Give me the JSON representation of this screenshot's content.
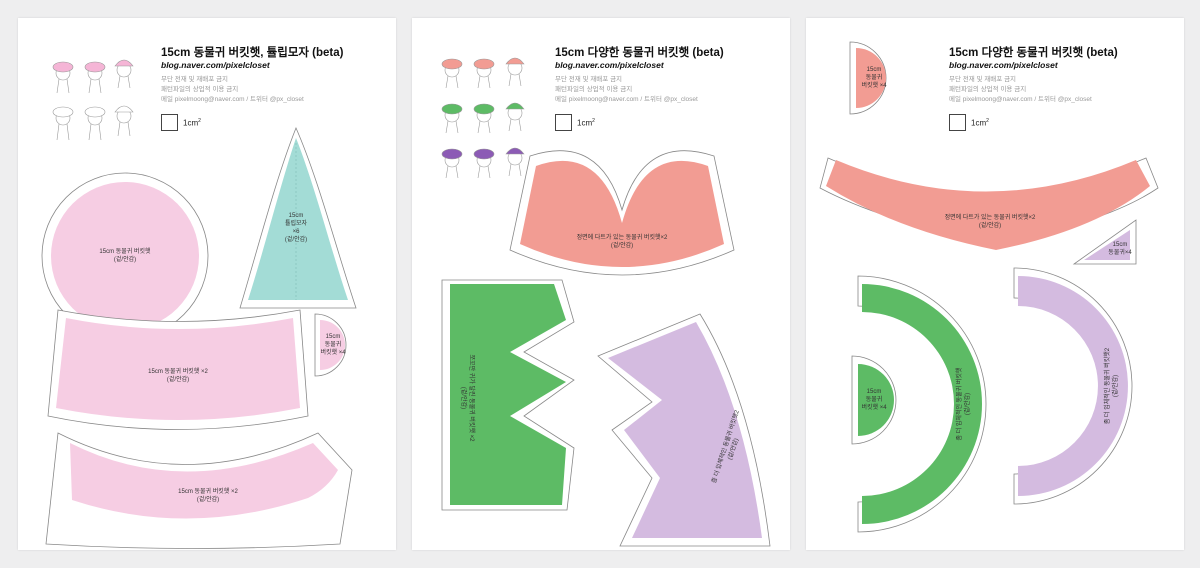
{
  "colors": {
    "pink": "#f6cde3",
    "teal": "#a3dcd6",
    "salmon": "#f29c93",
    "green": "#5dbb65",
    "lavender": "#d4bbe0",
    "purple": "#8c5bb5"
  },
  "sheets": [
    {
      "title": "15cm 동물귀 버킷햇, 튤립모자 (beta)",
      "blog": "blog.naver.com/pixelcloset",
      "notes": [
        "무단 전재 및 재배포 금지",
        "패턴파일의 상업적 이용 금지",
        "메일 pixelmoong@naver.com / 트위터 @px_closet"
      ],
      "scale_label": "1cm",
      "scale_sup": "2",
      "pieces": {
        "circle": [
          "15cm 동물귀 버킷햇",
          "(겉/안감)"
        ],
        "tulip": [
          "15cm",
          "튤립모자",
          "×6",
          "(겉/안감)"
        ],
        "ear": [
          "15cm",
          "동물귀",
          "버킷햇 ×4"
        ],
        "band": [
          "15cm 동물귀 버킷햇 ×2",
          "(겉/안감)"
        ],
        "brim": [
          "15cm 동물귀 버킷햇 ×2",
          "(겉/안감)"
        ]
      }
    },
    {
      "title": "15cm 다양한 동물귀 버킷햇 (beta)",
      "blog": "blog.naver.com/pixelcloset",
      "notes": [
        "무단 전재 및 재배포 금지",
        "패턴파일의 상업적 이용 금지",
        "메일 pixelmoong@naver.com / 트위터 @px_closet"
      ],
      "scale_label": "1cm",
      "scale_sup": "2",
      "pieces": {
        "dart_top": [
          "정면에 다트가 있는 동물귀 버킷햇×2",
          "(겉/안감)"
        ],
        "green_crown": [
          "쪼꼬만 귀가 달린 동물귀 버킷햇 ×2",
          "(겉/안감)"
        ],
        "lavender_crown": [
          "좀 더 입체적인 동물귀 버킷햇2",
          "(겉/안감)"
        ]
      }
    },
    {
      "title": "15cm 다양한 동물귀 버킷햇 (beta)",
      "blog": "blog.naver.com/pixelcloset",
      "notes": [
        "무단 전재 및 재배포 금지",
        "패턴파일의 상업적 이용 금지",
        "메일 pixelmoong@naver.com / 트위터 @px_closet"
      ],
      "scale_label": "1cm",
      "scale_sup": "2",
      "pieces": {
        "salmon_ear": [
          "15cm",
          "동물귀",
          "버킷햇 ×4"
        ],
        "salmon_brim": [
          "정면에 다트가 있는 동물귀 버킷햇×2",
          "(겉/안감)"
        ],
        "lav_small": [
          "15cm",
          "동물귀×4"
        ],
        "green_arc": [
          "좀 더 입체적인 동물귀 버킷햇",
          "(겉/안감)"
        ],
        "green_small": [
          "15cm",
          "동물귀",
          "버킷햇 ×4"
        ],
        "lav_arc": [
          "좀 더 입체적인 동물귀 버킷햇2",
          "(겉/안감)"
        ]
      }
    }
  ]
}
